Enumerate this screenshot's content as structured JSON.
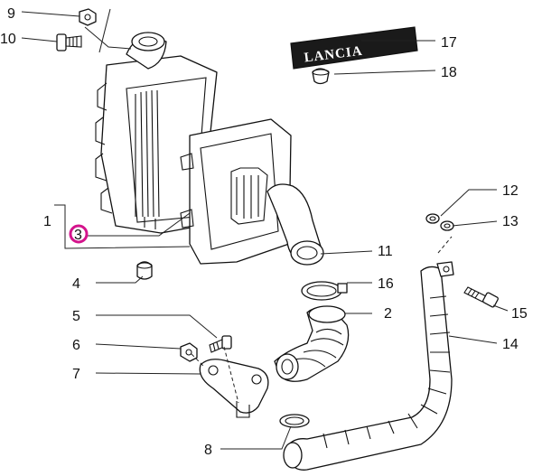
{
  "callouts": {
    "c1": "1",
    "c2": "2",
    "c3": "3",
    "c4": "4",
    "c5": "5",
    "c6": "6",
    "c7": "7",
    "c8": "8",
    "c9": "9",
    "c10": "10",
    "c11": "11",
    "c12": "12",
    "c13": "13",
    "c14": "14",
    "c15": "15",
    "c16": "16",
    "c17": "17",
    "c18": "18"
  },
  "badge": {
    "text": "LANCIA"
  },
  "colors": {
    "highlight": "#d4148c",
    "ink": "#111111"
  }
}
